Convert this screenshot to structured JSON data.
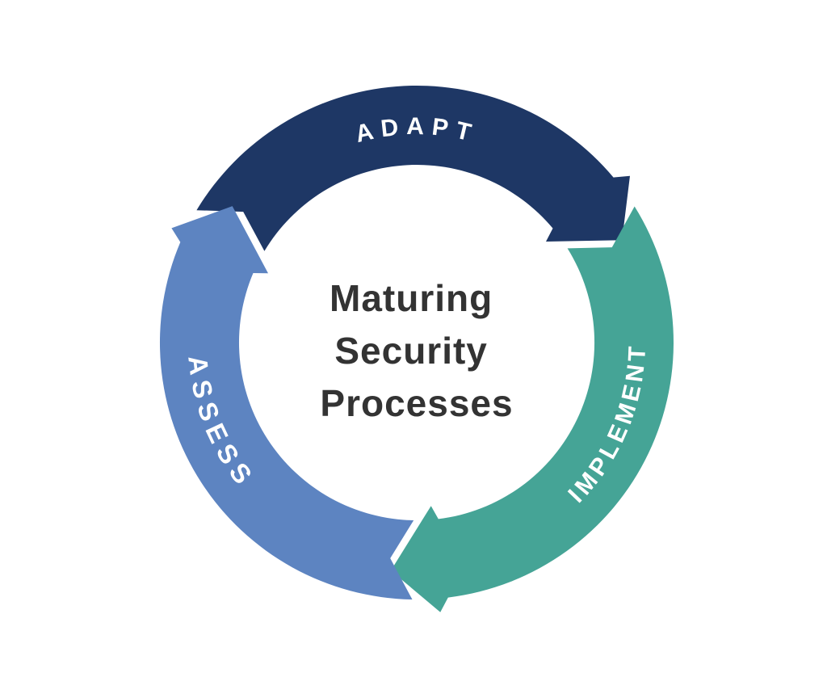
{
  "diagram": {
    "background": "#ffffff",
    "cycle_direction": "clockwise",
    "title": {
      "lines": [
        "Maturing",
        "Security",
        "Processes"
      ],
      "color": "#333333"
    },
    "segments": [
      {
        "label": "ADAPT",
        "color": "#1e3765",
        "tail_angle": 301,
        "head_angle": 50,
        "tip_angle": 63.5,
        "label_center_angle": 0,
        "label_arc_span": 140,
        "label_radius": 258,
        "label_flipped": false,
        "font_size": 30,
        "letter_spacing": 9
      },
      {
        "label": "IMPLEMENT",
        "color": "#45a496",
        "tail_angle": 58,
        "head_angle": 173,
        "tip_angle": 186.5,
        "label_center_angle": 112.5,
        "label_arc_span": 116,
        "label_radius": 283,
        "label_flipped": true,
        "font_size": 30,
        "letter_spacing": 5
      },
      {
        "label": "ASSESS",
        "color": "#5d84c1",
        "tail_angle": 181,
        "head_angle": 293,
        "tip_angle": 306.5,
        "label_center_angle": 248,
        "label_arc_span": 88,
        "label_radius": 283,
        "label_flipped": true,
        "font_size": 33,
        "letter_spacing": 8
      }
    ]
  }
}
